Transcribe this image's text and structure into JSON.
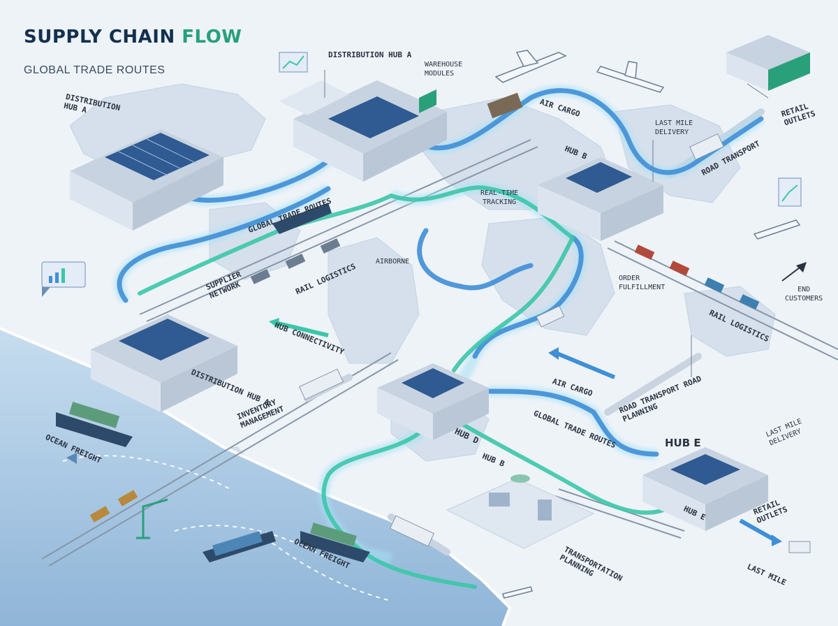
{
  "header": {
    "title_part1": "SUPPLY CHAIN ",
    "title_part2": "FLOW",
    "subtitle": "GLOBAL TRADE ROUTES"
  },
  "labels": {
    "distribution_hub_a_top": "DISTRIBUTION HUB A",
    "warehouse_modules": "WAREHOUSE\nMODULES",
    "distribution_hub_a_left": "DISTRIBUTION\nHUB A",
    "air_cargo_top": "AIR CARGO",
    "last_mile_delivery_top": "LAST MILE\nDELIVERY",
    "retail_outlets_top": "RETAIL\nOUTLETS",
    "hub_b_top": "HUB B",
    "road_transport_top": "ROAD TRANSPORT",
    "real_time_tracking": "REAL-TIME\nTRACKING",
    "global_trade_routes_mid": "GLOBAL TRADE ROUTES",
    "supplier_network": "SUPPLIER\nNETWORK",
    "rail_logistics_left": "RAIL LOGISTICS",
    "airborne": "AIRBORNE",
    "order_fulfillment": "ORDER\nFULFILLMENT",
    "end_customers": "END\nCUSTOMERS",
    "rail_logistics_right": "RAIL LOGISTICS",
    "hub_connectivity": "HUB CONNECTIVITY",
    "distribution_hub_a_bottom": "DISTRIBUTION HUB A",
    "inventory_management": "INVENTORY\nMANAGEMENT",
    "air_cargo_mid": "AIR CARGO",
    "road_transport_road_planning": "ROAD TRANSPORT ROAD\nPLANNING",
    "ocean_freight_left": "OCEAN FREIGHT",
    "hub_d": "HUB D",
    "global_trade_routes_low": "GLOBAL TRADE ROUTES",
    "hub_e_big": "HUB E",
    "last_mile_delivery_right": "LAST MILE\nDELIVERY",
    "hub_b_low": "HUB B",
    "retail_outlets_low": "RETAIL\nOUTLETS",
    "hub_e_low": "HUB E",
    "ocean_freight_bottom": "OCEAN FREIGHT",
    "transportation_planning": "TRANSPORTATION\nPLANNING",
    "last_mile_bottom": "LAST MILE"
  },
  "colors": {
    "background": "#eef3f8",
    "ocean": "#b9d4ea",
    "route_blue": "#3f8fd6",
    "route_teal": "#3cc6a8",
    "building": "#e6edf5",
    "solar_panel": "#2f5a92",
    "title_dark": "#14304f",
    "title_green": "#27a07a"
  }
}
